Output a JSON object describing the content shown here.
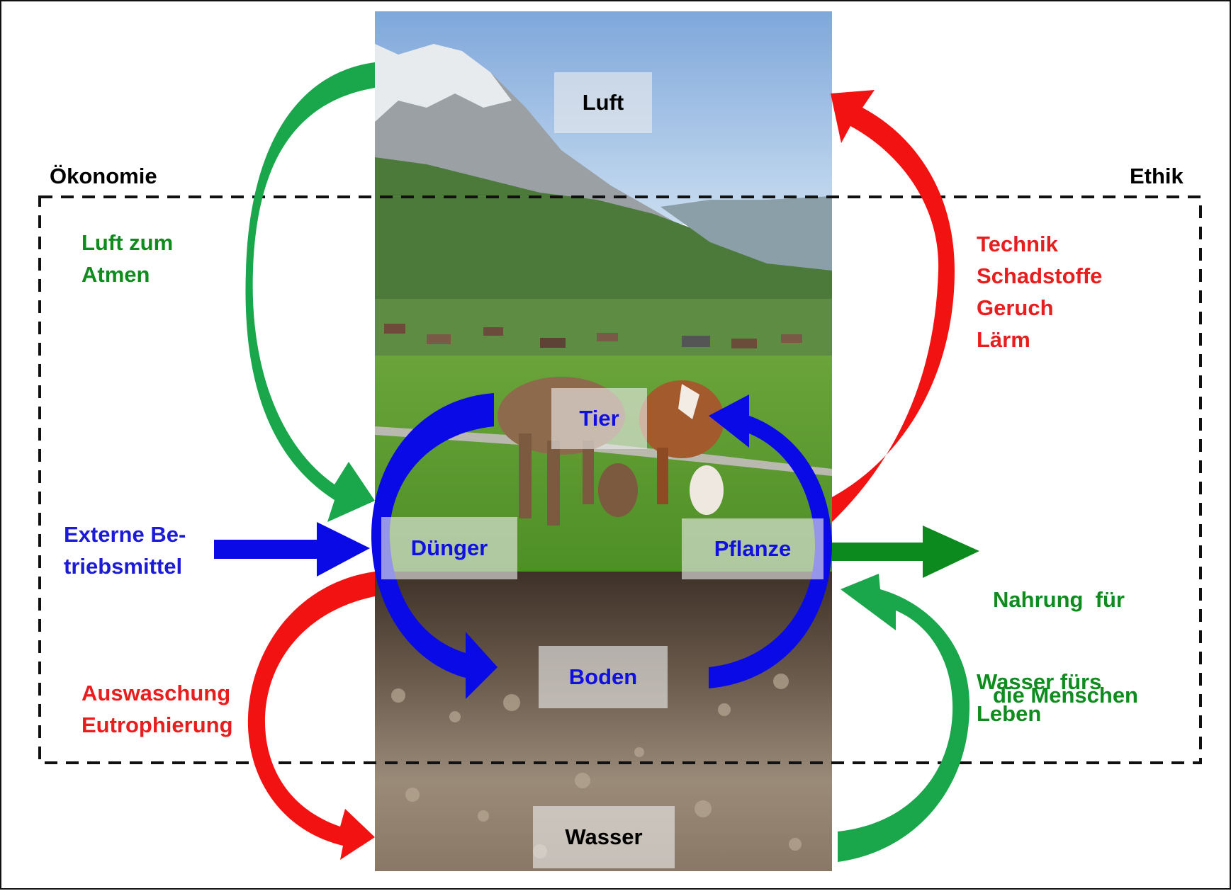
{
  "colors": {
    "green": "#1aa64a",
    "dark_green": "#0d8a1e",
    "red": "#f21212",
    "blue": "#0a0ae6",
    "label_green": "#0e8c1e",
    "label_red": "#e81e1e",
    "label_blue": "#1a1ad8",
    "dashed_box": "#111111"
  },
  "frame_labels": {
    "left": "Ökonomie",
    "right": "Ethik"
  },
  "nodes": {
    "luft": "Luft",
    "tier": "Tier",
    "duenger": "Dünger",
    "pflanze": "Pflanze",
    "boden": "Boden",
    "wasser": "Wasser"
  },
  "side_labels": {
    "air_lines": [
      "Luft zum",
      "Atmen"
    ],
    "external_lines": [
      "Externe Be-",
      "triebsmittel"
    ],
    "leaching_lines": [
      "Auswaschung",
      "Eutrophierung"
    ],
    "technology_lines": [
      "Technik",
      "Schadstoffe",
      "Geruch",
      "Lärm"
    ],
    "food_lines": [
      "Nahrung  für",
      "die Menschen"
    ],
    "water_lines": [
      "Wasser fürs",
      "Leben"
    ]
  },
  "photo": {
    "sections": [
      "mountain-sky",
      "village-meadow",
      "pasture-cows",
      "soil"
    ]
  }
}
